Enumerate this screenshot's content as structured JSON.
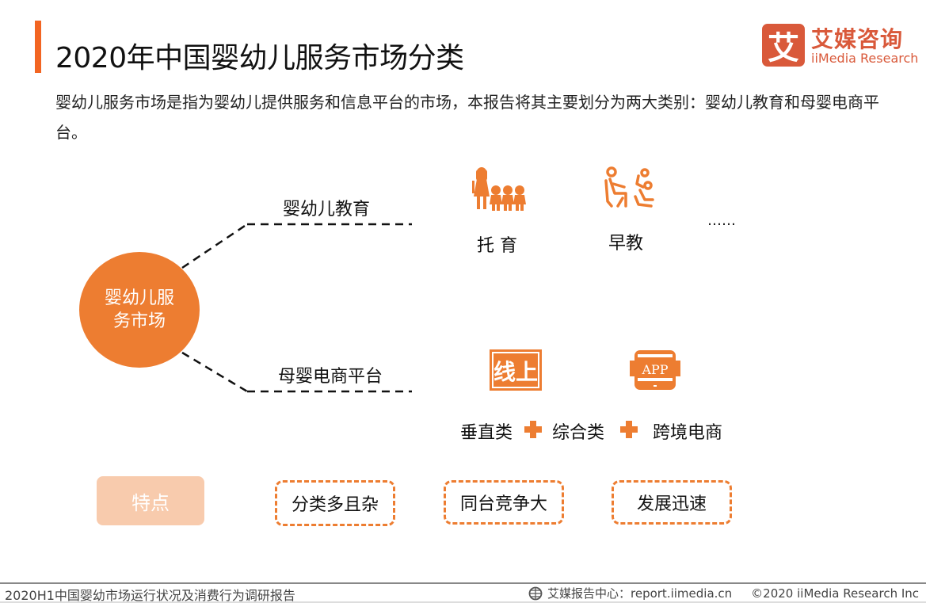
{
  "header": {
    "title": "2020年中国婴幼儿服务市场分类",
    "description": "婴幼儿服务市场是指为婴幼儿提供服务和信息平台的市场，本报告将其主要划分为两大类别：婴幼儿教育和母婴电商平台。"
  },
  "logo": {
    "glyph": "艾",
    "cn": "艾媒咨询",
    "en": "iiMedia Research",
    "color": "#d9593a"
  },
  "diagram": {
    "center": "婴幼儿服务市场",
    "accent_color": "#ed7d31",
    "branches": [
      {
        "label": "婴幼儿教育",
        "items": [
          {
            "icon": "childcare-family-icon",
            "label": "托 育"
          },
          {
            "icon": "early-education-icon",
            "label": "早教"
          },
          {
            "icon": "",
            "label": "……"
          }
        ]
      },
      {
        "label": "母婴电商平台",
        "icons": [
          {
            "icon": "online-stamp-icon",
            "text": "线上"
          },
          {
            "icon": "app-tablet-icon",
            "text": "APP"
          }
        ],
        "items": [
          {
            "label": "垂直类"
          },
          {
            "label": "综合类"
          },
          {
            "label": "跨境电商"
          }
        ]
      }
    ]
  },
  "features": {
    "tag": "特点",
    "items": [
      "分类多且杂",
      "同台竞争大",
      "发展迅速"
    ],
    "tag_color": "#f8cbad"
  },
  "footer": {
    "report": "2020H1中国婴幼市场运行状况及消费行为调研报告",
    "center_label": "艾媒报告中心：report.iimedia.cn",
    "copyright": "©2020  iiMedia Research  Inc"
  }
}
